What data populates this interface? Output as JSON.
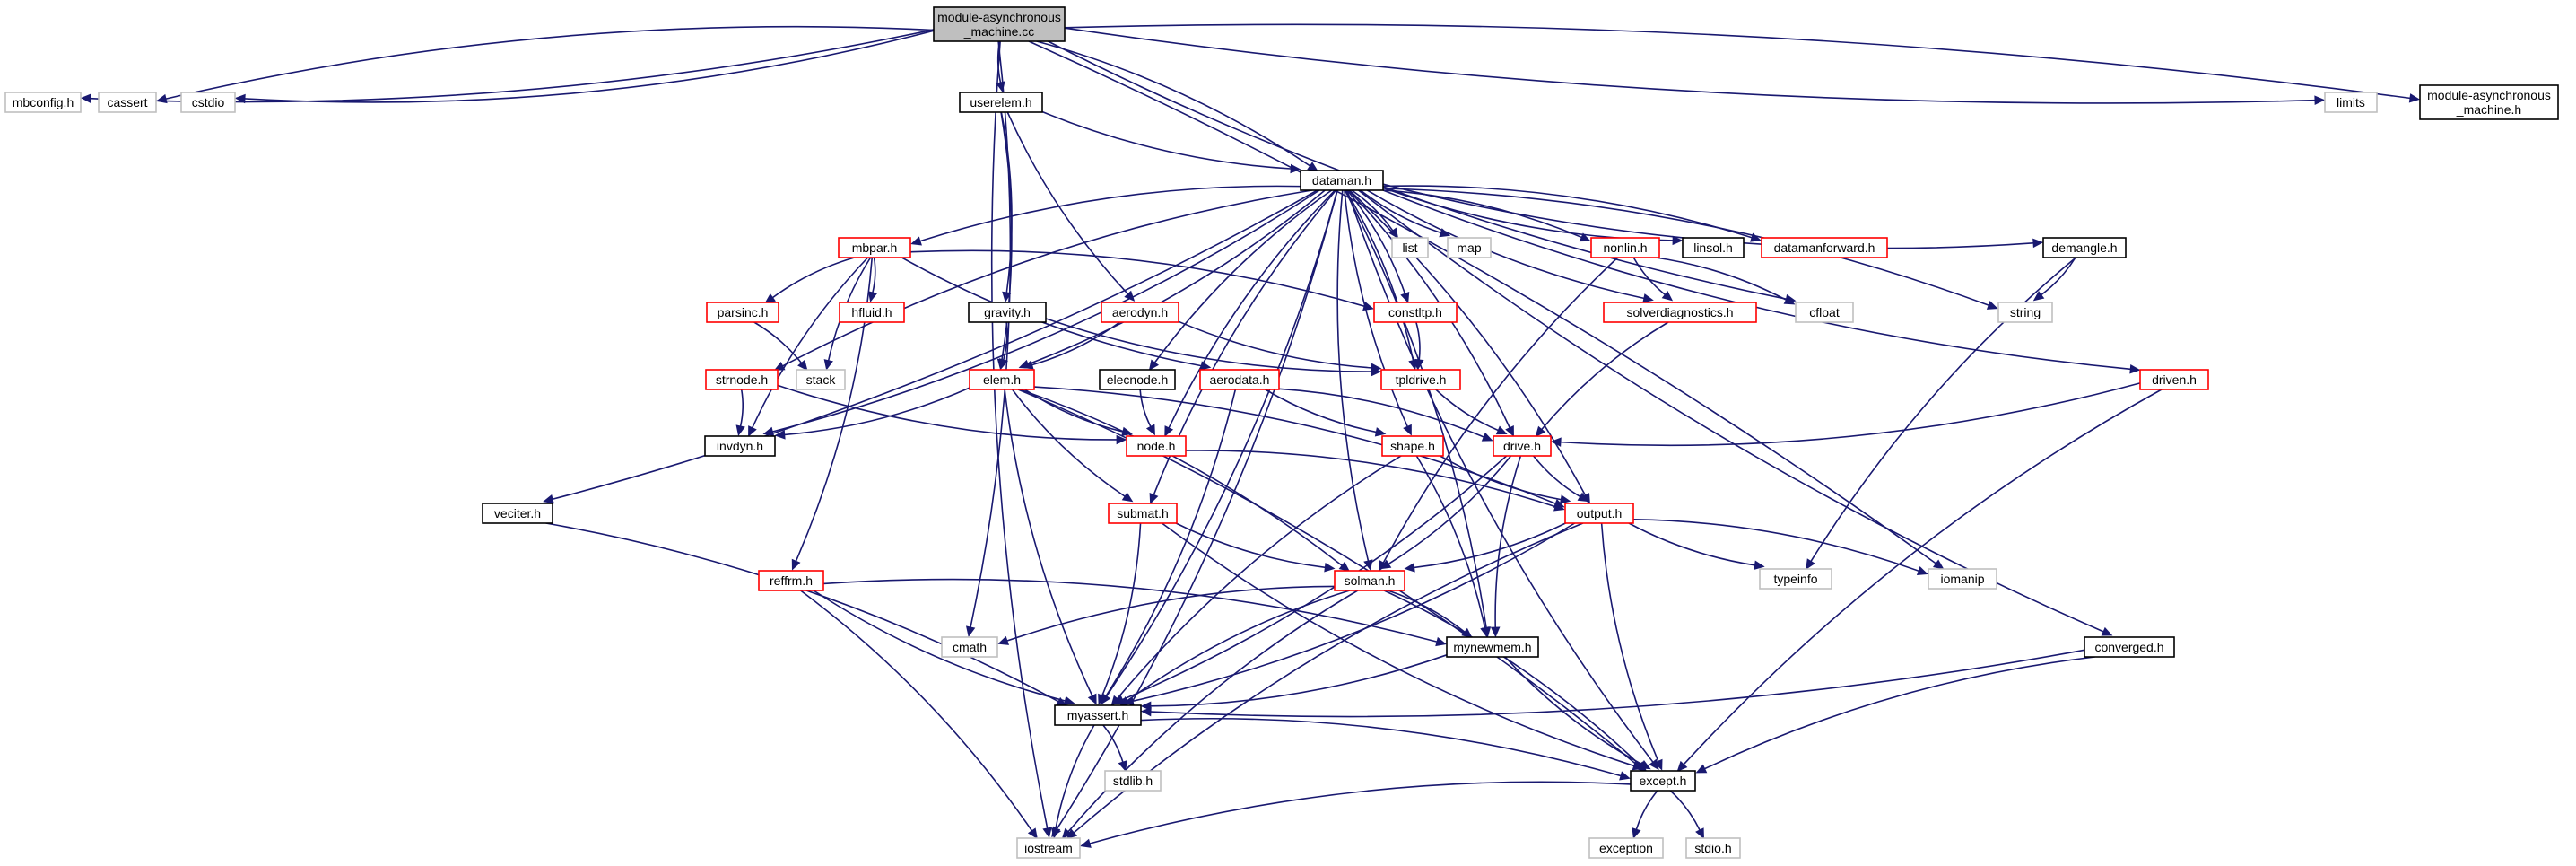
{
  "diagram": {
    "colors": {
      "edge": "#191970",
      "system_header_border": "#bfbfbf",
      "local_header_border": "#000000",
      "truncated_border": "#ff0000",
      "root_fill": "#bfbfbf"
    },
    "nodes": [
      {
        "id": "root",
        "lines": [
          "module-asynchronous",
          "_machine.cc"
        ],
        "kind": "root"
      },
      {
        "id": "mbconfig",
        "lines": [
          "mbconfig.h"
        ],
        "kind": "system"
      },
      {
        "id": "cassert",
        "lines": [
          "cassert"
        ],
        "kind": "system"
      },
      {
        "id": "cstdio",
        "lines": [
          "cstdio"
        ],
        "kind": "system"
      },
      {
        "id": "userelem",
        "lines": [
          "userelem.h"
        ],
        "kind": "local"
      },
      {
        "id": "limits",
        "lines": [
          "limits"
        ],
        "kind": "system"
      },
      {
        "id": "modh",
        "lines": [
          "module-asynchronous",
          "_machine.h"
        ],
        "kind": "local"
      },
      {
        "id": "dataman",
        "lines": [
          "dataman.h"
        ],
        "kind": "local"
      },
      {
        "id": "mbpar",
        "lines": [
          "mbpar.h"
        ],
        "kind": "truncated"
      },
      {
        "id": "list",
        "lines": [
          "list"
        ],
        "kind": "system"
      },
      {
        "id": "map",
        "lines": [
          "map"
        ],
        "kind": "system"
      },
      {
        "id": "nonlin",
        "lines": [
          "nonlin.h"
        ],
        "kind": "truncated"
      },
      {
        "id": "linsol",
        "lines": [
          "linsol.h"
        ],
        "kind": "local"
      },
      {
        "id": "datamanforward",
        "lines": [
          "datamanforward.h"
        ],
        "kind": "truncated"
      },
      {
        "id": "demangle",
        "lines": [
          "demangle.h"
        ],
        "kind": "local"
      },
      {
        "id": "parsinc",
        "lines": [
          "parsinc.h"
        ],
        "kind": "truncated"
      },
      {
        "id": "hfluid",
        "lines": [
          "hfluid.h"
        ],
        "kind": "truncated"
      },
      {
        "id": "gravity",
        "lines": [
          "gravity.h"
        ],
        "kind": "local"
      },
      {
        "id": "aerodyn",
        "lines": [
          "aerodyn.h"
        ],
        "kind": "truncated"
      },
      {
        "id": "constltp",
        "lines": [
          "constltp.h"
        ],
        "kind": "truncated"
      },
      {
        "id": "solverdiag",
        "lines": [
          "solverdiagnostics.h"
        ],
        "kind": "truncated"
      },
      {
        "id": "cfloat",
        "lines": [
          "cfloat"
        ],
        "kind": "system"
      },
      {
        "id": "string",
        "lines": [
          "string"
        ],
        "kind": "system"
      },
      {
        "id": "strnode",
        "lines": [
          "strnode.h"
        ],
        "kind": "truncated"
      },
      {
        "id": "stack",
        "lines": [
          "stack"
        ],
        "kind": "system"
      },
      {
        "id": "elem",
        "lines": [
          "elem.h"
        ],
        "kind": "truncated"
      },
      {
        "id": "elecnode",
        "lines": [
          "elecnode.h"
        ],
        "kind": "local"
      },
      {
        "id": "aerodata",
        "lines": [
          "aerodata.h"
        ],
        "kind": "truncated"
      },
      {
        "id": "tpldrive",
        "lines": [
          "tpldrive.h"
        ],
        "kind": "truncated"
      },
      {
        "id": "driven",
        "lines": [
          "driven.h"
        ],
        "kind": "truncated"
      },
      {
        "id": "invdyn",
        "lines": [
          "invdyn.h"
        ],
        "kind": "local"
      },
      {
        "id": "node",
        "lines": [
          "node.h"
        ],
        "kind": "truncated"
      },
      {
        "id": "drive",
        "lines": [
          "drive.h"
        ],
        "kind": "truncated"
      },
      {
        "id": "shape",
        "lines": [
          "shape.h"
        ],
        "kind": "truncated"
      },
      {
        "id": "veciter",
        "lines": [
          "veciter.h"
        ],
        "kind": "local"
      },
      {
        "id": "submat",
        "lines": [
          "submat.h"
        ],
        "kind": "truncated"
      },
      {
        "id": "output",
        "lines": [
          "output.h"
        ],
        "kind": "truncated"
      },
      {
        "id": "typeinfo",
        "lines": [
          "typeinfo"
        ],
        "kind": "system"
      },
      {
        "id": "iomanip",
        "lines": [
          "iomanip"
        ],
        "kind": "system"
      },
      {
        "id": "reffrm",
        "lines": [
          "reffrm.h"
        ],
        "kind": "truncated"
      },
      {
        "id": "solman",
        "lines": [
          "solman.h"
        ],
        "kind": "truncated"
      },
      {
        "id": "cmath",
        "lines": [
          "cmath"
        ],
        "kind": "system"
      },
      {
        "id": "mynewmem",
        "lines": [
          "mynewmem.h"
        ],
        "kind": "local"
      },
      {
        "id": "converged",
        "lines": [
          "converged.h"
        ],
        "kind": "local"
      },
      {
        "id": "myassert",
        "lines": [
          "myassert.h"
        ],
        "kind": "local"
      },
      {
        "id": "stdlib",
        "lines": [
          "stdlib.h"
        ],
        "kind": "system"
      },
      {
        "id": "except",
        "lines": [
          "except.h"
        ],
        "kind": "local"
      },
      {
        "id": "iostream",
        "lines": [
          "iostream"
        ],
        "kind": "system"
      },
      {
        "id": "exception",
        "lines": [
          "exception"
        ],
        "kind": "system"
      },
      {
        "id": "stdioh",
        "lines": [
          "stdio.h"
        ],
        "kind": "system"
      }
    ],
    "edges": [
      [
        "root",
        "mbconfig"
      ],
      [
        "root",
        "cassert"
      ],
      [
        "root",
        "cstdio"
      ],
      [
        "root",
        "userelem"
      ],
      [
        "root",
        "dataman"
      ],
      [
        "root",
        "limits"
      ],
      [
        "root",
        "modh"
      ],
      [
        "root",
        "iostream"
      ],
      [
        "root",
        "cmath"
      ],
      [
        "root",
        "cfloat"
      ],
      [
        "root",
        "iomanip"
      ],
      [
        "userelem",
        "dataman"
      ],
      [
        "userelem",
        "gravity"
      ],
      [
        "userelem",
        "aerodyn"
      ],
      [
        "userelem",
        "elem"
      ],
      [
        "dataman",
        "mbpar"
      ],
      [
        "dataman",
        "list"
      ],
      [
        "dataman",
        "map"
      ],
      [
        "dataman",
        "nonlin"
      ],
      [
        "dataman",
        "linsol"
      ],
      [
        "dataman",
        "datamanforward"
      ],
      [
        "dataman",
        "demangle"
      ],
      [
        "dataman",
        "constltp"
      ],
      [
        "dataman",
        "solverdiag"
      ],
      [
        "dataman",
        "string"
      ],
      [
        "dataman",
        "strnode"
      ],
      [
        "dataman",
        "elem"
      ],
      [
        "dataman",
        "elecnode"
      ],
      [
        "dataman",
        "tpldrive"
      ],
      [
        "dataman",
        "driven"
      ],
      [
        "dataman",
        "invdyn"
      ],
      [
        "dataman",
        "node"
      ],
      [
        "dataman",
        "drive"
      ],
      [
        "dataman",
        "shape"
      ],
      [
        "dataman",
        "veciter"
      ],
      [
        "dataman",
        "submat"
      ],
      [
        "dataman",
        "output"
      ],
      [
        "dataman",
        "solman"
      ],
      [
        "dataman",
        "mynewmem"
      ],
      [
        "dataman",
        "converged"
      ],
      [
        "dataman",
        "myassert"
      ],
      [
        "dataman",
        "except"
      ],
      [
        "dataman",
        "iostream"
      ],
      [
        "mbpar",
        "parsinc"
      ],
      [
        "mbpar",
        "hfluid"
      ],
      [
        "mbpar",
        "stack"
      ],
      [
        "mbpar",
        "constltp"
      ],
      [
        "mbpar",
        "aerodata"
      ],
      [
        "mbpar",
        "reffrm"
      ],
      [
        "mbpar",
        "invdyn"
      ],
      [
        "parsinc",
        "stack"
      ],
      [
        "nonlin",
        "solverdiag"
      ],
      [
        "nonlin",
        "cfloat"
      ],
      [
        "nonlin",
        "solman"
      ],
      [
        "demangle",
        "string"
      ],
      [
        "demangle",
        "typeinfo"
      ],
      [
        "gravity",
        "elem"
      ],
      [
        "gravity",
        "tpldrive"
      ],
      [
        "aerodyn",
        "elem"
      ],
      [
        "aerodyn",
        "tpldrive"
      ],
      [
        "constltp",
        "tpldrive"
      ],
      [
        "solverdiag",
        "drive"
      ],
      [
        "strnode",
        "invdyn"
      ],
      [
        "strnode",
        "node"
      ],
      [
        "elem",
        "invdyn"
      ],
      [
        "elem",
        "node"
      ],
      [
        "elem",
        "output"
      ],
      [
        "elem",
        "submat"
      ],
      [
        "elem",
        "solman"
      ],
      [
        "elem",
        "myassert"
      ],
      [
        "elem",
        "except"
      ],
      [
        "elecnode",
        "node"
      ],
      [
        "aerodata",
        "drive"
      ],
      [
        "aerodata",
        "shape"
      ],
      [
        "aerodata",
        "myassert"
      ],
      [
        "tpldrive",
        "drive"
      ],
      [
        "driven",
        "drive"
      ],
      [
        "driven",
        "except"
      ],
      [
        "node",
        "output"
      ],
      [
        "drive",
        "output"
      ],
      [
        "drive",
        "solman"
      ],
      [
        "drive",
        "mynewmem"
      ],
      [
        "drive",
        "myassert"
      ],
      [
        "shape",
        "output"
      ],
      [
        "shape",
        "mynewmem"
      ],
      [
        "shape",
        "myassert"
      ],
      [
        "veciter",
        "myassert"
      ],
      [
        "submat",
        "solman"
      ],
      [
        "submat",
        "myassert"
      ],
      [
        "submat",
        "except"
      ],
      [
        "output",
        "solman"
      ],
      [
        "output",
        "typeinfo"
      ],
      [
        "output",
        "iomanip"
      ],
      [
        "output",
        "except"
      ],
      [
        "output",
        "myassert"
      ],
      [
        "output",
        "iostream"
      ],
      [
        "reffrm",
        "mynewmem"
      ],
      [
        "reffrm",
        "myassert"
      ],
      [
        "reffrm",
        "iostream"
      ],
      [
        "solman",
        "cmath"
      ],
      [
        "solman",
        "mynewmem"
      ],
      [
        "solman",
        "myassert"
      ],
      [
        "solman",
        "except"
      ],
      [
        "solman",
        "iostream"
      ],
      [
        "mynewmem",
        "myassert"
      ],
      [
        "mynewmem",
        "except"
      ],
      [
        "converged",
        "myassert"
      ],
      [
        "converged",
        "except"
      ],
      [
        "myassert",
        "stdlib"
      ],
      [
        "myassert",
        "iostream"
      ],
      [
        "myassert",
        "except"
      ],
      [
        "except",
        "exception"
      ],
      [
        "except",
        "stdioh"
      ],
      [
        "except",
        "iostream"
      ]
    ]
  }
}
